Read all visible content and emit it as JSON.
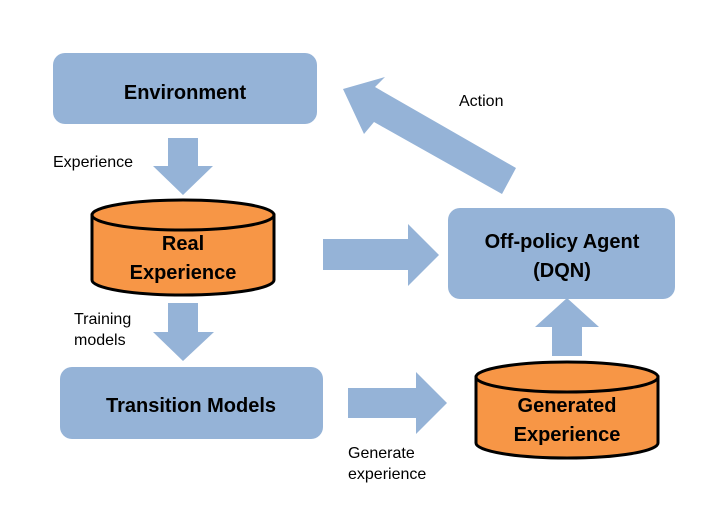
{
  "colors": {
    "box_fill": "#95b3d7",
    "arrow_fill": "#95b3d7",
    "db_fill": "#f79646",
    "db_stroke": "#000000"
  },
  "nodes": {
    "environment": "Environment",
    "real_experience_line1": "Real",
    "real_experience_line2": "Experience",
    "agent_line1": "Off-policy Agent",
    "agent_line2": "(DQN)",
    "transition_models": "Transition Models",
    "generated_experience_line1": "Generated",
    "generated_experience_line2": "Experience"
  },
  "edges": {
    "experience": "Experience",
    "action": "Action",
    "training_models_line1": "Training",
    "training_models_line2": "models",
    "generate_experience_line1": "Generate",
    "generate_experience_line2": "experience"
  }
}
